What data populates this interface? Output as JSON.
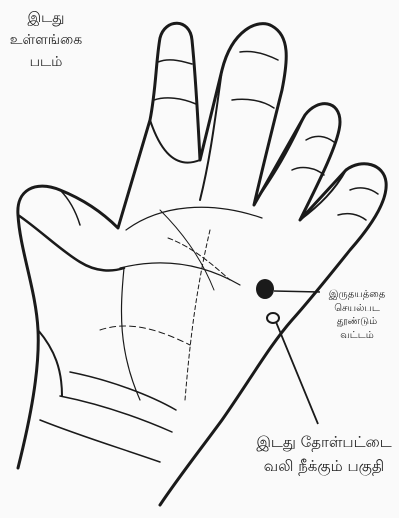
{
  "title": {
    "line1": "இடது",
    "line2": "உள்ளங்கை",
    "line3": "படம்"
  },
  "callout_heart": {
    "line1": "இருதயத்தை",
    "line2": "செயல்பட",
    "line3": "தூண்டும்",
    "line4": "வட்டம்"
  },
  "callout_shoulder": {
    "line1": "இடது தோள்பட்டை",
    "line2": "வலி நீக்கும் பகுதி"
  },
  "colors": {
    "ink": "#1a1a1a",
    "paper": "#fafafa"
  }
}
